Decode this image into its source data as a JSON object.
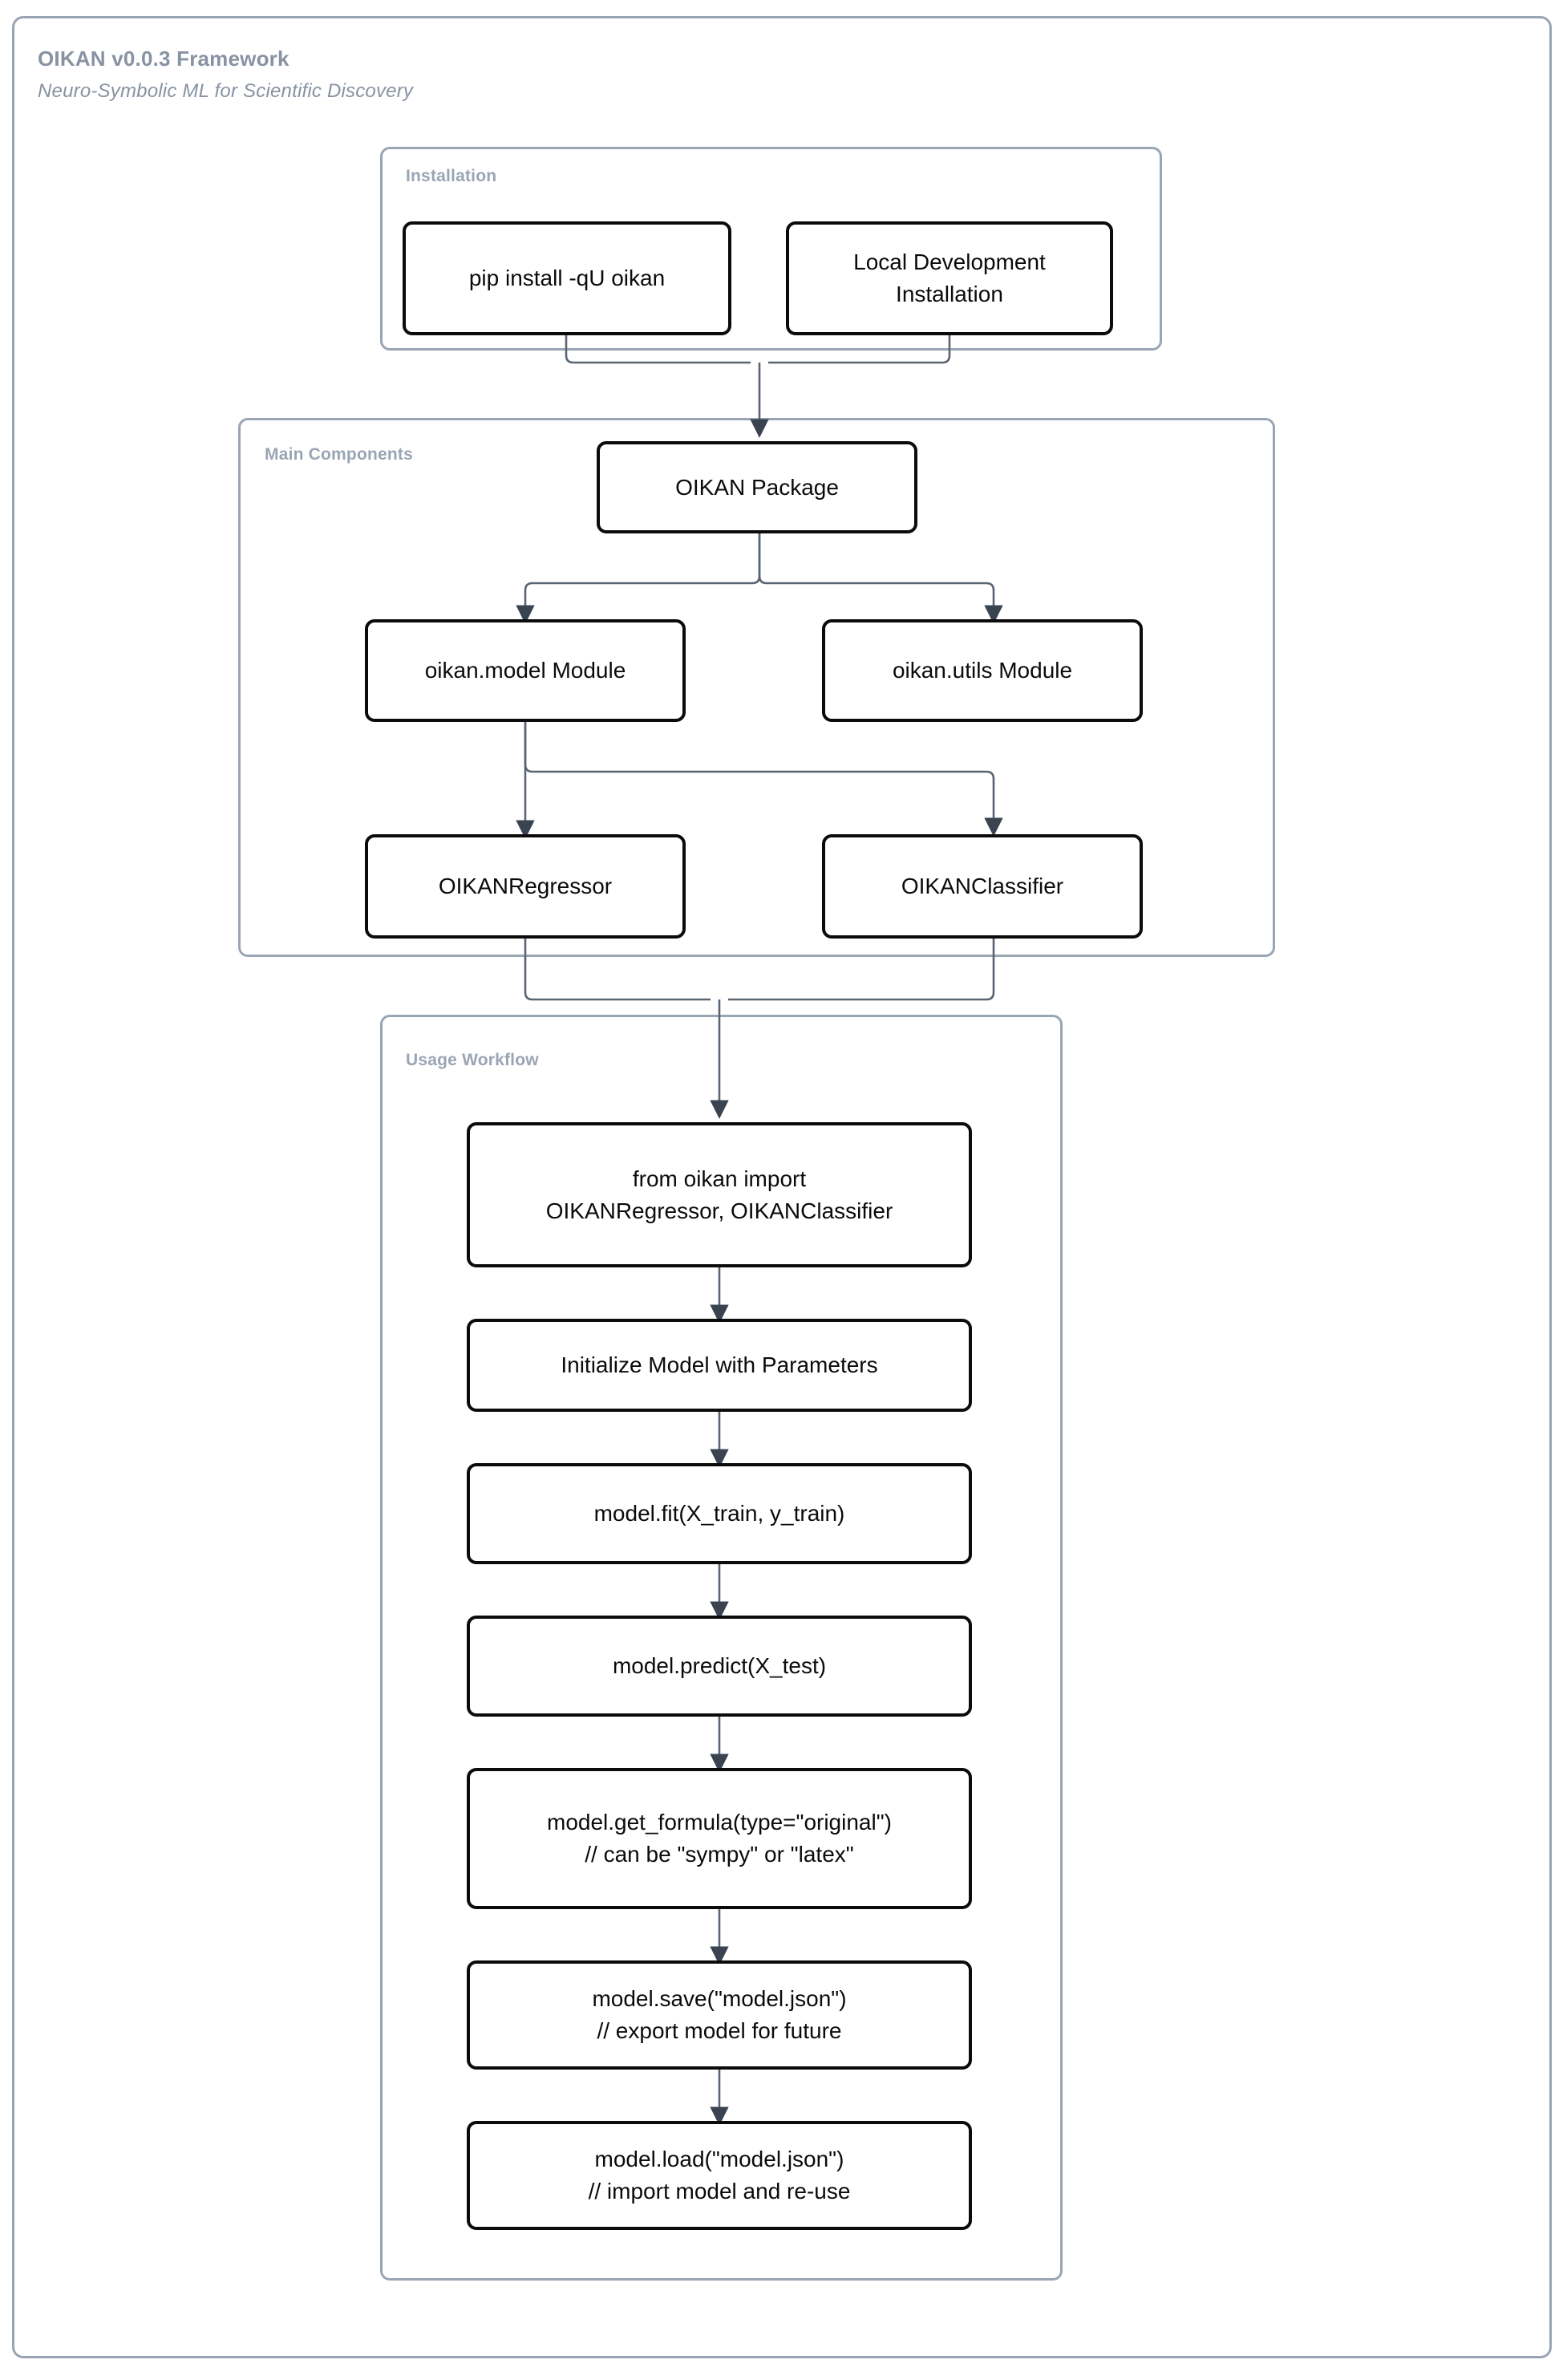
{
  "header": {
    "title": "OIKAN v0.0.3 Framework",
    "subtitle": "Neuro-Symbolic ML for Scientific Discovery"
  },
  "colors": {
    "frame_border": "#9aa5b4",
    "cluster_border": "#9aa5b4",
    "cluster_label": "#9aa5b4",
    "node_border": "#0b0b0b",
    "node_fill": "#ffffff",
    "edge_line": "#5a6472",
    "arrow_head": "#3a4450",
    "title_text": "#8792a3",
    "node_text": "#0b0b0b"
  },
  "clusters": [
    {
      "id": "installation",
      "label": "Installation"
    },
    {
      "id": "main-components",
      "label": "Main Components"
    },
    {
      "id": "usage-workflow",
      "label": "Usage Workflow"
    }
  ],
  "nodes": [
    {
      "id": "pip-install",
      "cluster": "installation",
      "lines": [
        "pip install -qU oikan"
      ]
    },
    {
      "id": "local-dev",
      "cluster": "installation",
      "lines": [
        "Local Development",
        "Installation"
      ]
    },
    {
      "id": "oikan-package",
      "cluster": "main-components",
      "lines": [
        "OIKAN Package"
      ]
    },
    {
      "id": "oikan-model-module",
      "cluster": "main-components",
      "lines": [
        "oikan.model Module"
      ]
    },
    {
      "id": "oikan-utils-module",
      "cluster": "main-components",
      "lines": [
        "oikan.utils Module"
      ]
    },
    {
      "id": "oikan-regressor",
      "cluster": "main-components",
      "lines": [
        "OIKANRegressor"
      ]
    },
    {
      "id": "oikan-classifier",
      "cluster": "main-components",
      "lines": [
        "OIKANClassifier"
      ]
    },
    {
      "id": "import-stmt",
      "cluster": "usage-workflow",
      "lines": [
        "from oikan import",
        "OIKANRegressor, OIKANClassifier"
      ]
    },
    {
      "id": "init-model",
      "cluster": "usage-workflow",
      "lines": [
        "Initialize Model with Parameters"
      ]
    },
    {
      "id": "model-fit",
      "cluster": "usage-workflow",
      "lines": [
        "model.fit(X_train, y_train)"
      ]
    },
    {
      "id": "model-predict",
      "cluster": "usage-workflow",
      "lines": [
        "model.predict(X_test)"
      ]
    },
    {
      "id": "model-get-formula",
      "cluster": "usage-workflow",
      "lines": [
        "model.get_formula(type=\"original\")",
        "// can be \"sympy\" or \"latex\""
      ]
    },
    {
      "id": "model-save",
      "cluster": "usage-workflow",
      "lines": [
        "model.save(\"model.json\")",
        "// export model for future"
      ]
    },
    {
      "id": "model-load",
      "cluster": "usage-workflow",
      "lines": [
        "model.load(\"model.json\")",
        "// import model and re-use"
      ]
    }
  ],
  "edges": [
    {
      "from": "pip-install",
      "to": "oikan-package"
    },
    {
      "from": "local-dev",
      "to": "oikan-package"
    },
    {
      "from": "oikan-package",
      "to": "oikan-model-module"
    },
    {
      "from": "oikan-package",
      "to": "oikan-utils-module"
    },
    {
      "from": "oikan-model-module",
      "to": "oikan-regressor"
    },
    {
      "from": "oikan-model-module",
      "to": "oikan-classifier"
    },
    {
      "from": "oikan-regressor",
      "to": "import-stmt"
    },
    {
      "from": "oikan-classifier",
      "to": "import-stmt"
    },
    {
      "from": "import-stmt",
      "to": "init-model"
    },
    {
      "from": "init-model",
      "to": "model-fit"
    },
    {
      "from": "model-fit",
      "to": "model-predict"
    },
    {
      "from": "model-predict",
      "to": "model-get-formula"
    },
    {
      "from": "model-get-formula",
      "to": "model-save"
    },
    {
      "from": "model-save",
      "to": "model-load"
    }
  ]
}
